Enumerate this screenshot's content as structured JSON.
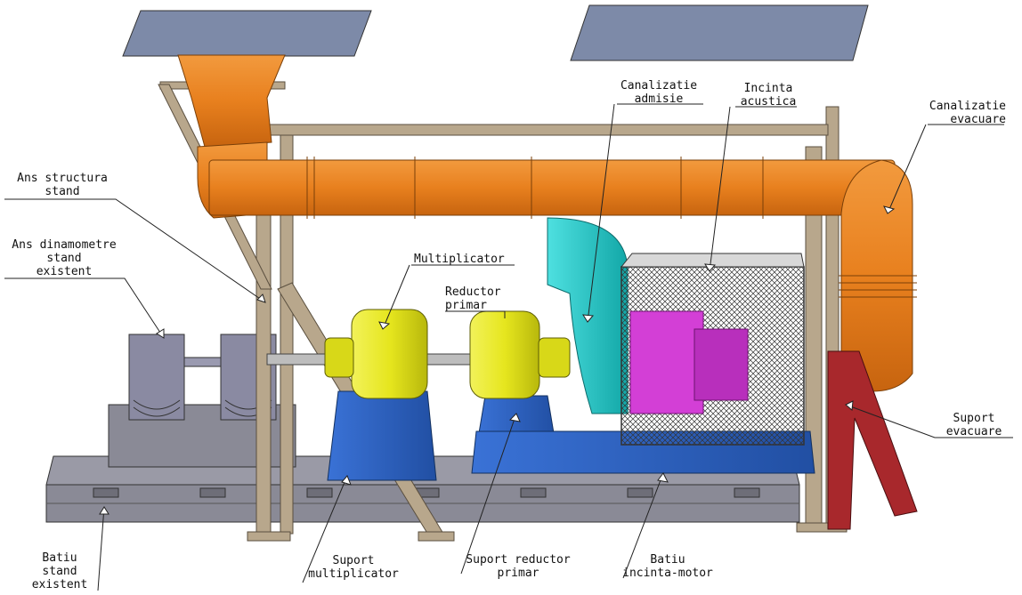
{
  "labels": {
    "canalizatie_admisie": [
      "Canalizatie",
      "admisie"
    ],
    "incinta_acustica": [
      "Incinta",
      "acustica"
    ],
    "canalizatie_evacuare": [
      "Canalizatie",
      "evacuare"
    ],
    "ans_structura": [
      "Ans structura",
      "stand"
    ],
    "ans_dinamometre": [
      "Ans dinamometre",
      "stand",
      "existent"
    ],
    "multiplicator": [
      "Multiplicator"
    ],
    "reductor_primar": [
      "Reductor",
      "primar"
    ],
    "suport_evacuare": [
      "Suport",
      "evacuare"
    ],
    "batiu_stand": [
      "Batiu",
      "stand",
      "existent"
    ],
    "suport_multiplicator": [
      "Suport",
      "multiplicator"
    ],
    "suport_reductor": [
      "Suport reductor",
      "primar"
    ],
    "batiu_incinta": [
      "Batiu",
      "incinta-motor"
    ]
  },
  "colors": {
    "duct_orange": "#e8801e",
    "frame_tan": "#b8a78c",
    "gear_yellow": "#e6e61e",
    "support_blue": "#2a5fbf",
    "intake_cyan": "#20c8c8",
    "engine_magenta": "#d33fd6",
    "base_gray": "#8a8a96",
    "stand_red": "#a8282c",
    "panel_slate": "#7d8aa8"
  }
}
